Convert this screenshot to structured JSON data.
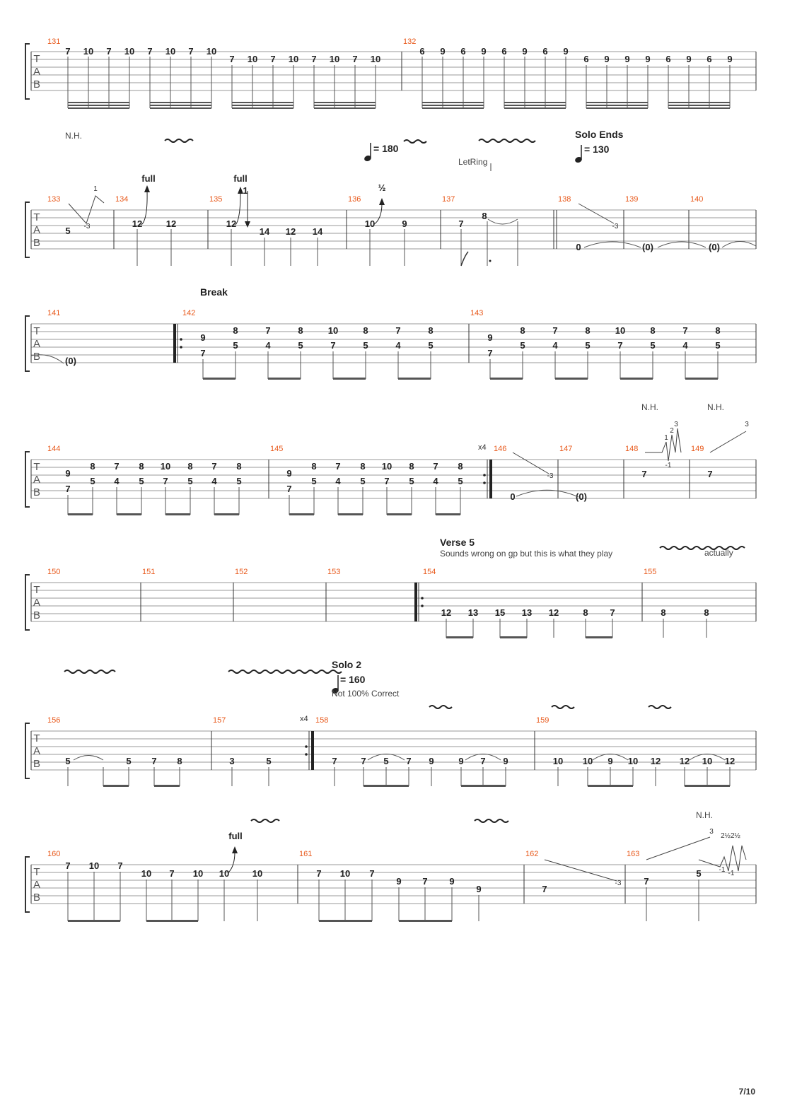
{
  "page": {
    "number": "7/10"
  },
  "systems": [
    {
      "measures": [
        {
          "num": "131",
          "fret_rows": [
            [
              "7",
              "10",
              "7",
              "10",
              "7",
              "10",
              "7",
              "10"
            ],
            [
              "7",
              "10",
              "7",
              "10",
              "7",
              "10",
              "7",
              "10"
            ]
          ]
        },
        {
          "num": "132",
          "fret_rows": [
            [
              "6",
              "9",
              "6",
              "9",
              "6",
              "9",
              "6",
              "9"
            ],
            [
              "6",
              "9",
              "9",
              "9",
              "6",
              "9",
              "6",
              "9"
            ]
          ]
        }
      ]
    },
    {
      "texts": {
        "nh": "N.H.",
        "tempo1": "= 180",
        "let_ring": "LetRing",
        "solo_ends": "Solo Ends",
        "tempo2": "= 130",
        "bend_full_134": "full",
        "bend_full_135": "full",
        "bend_half": "½",
        "slide_one": "1",
        "bend_one": "1"
      },
      "measures": [
        {
          "num": "133",
          "frets": [
            "5",
            "-3"
          ]
        },
        {
          "num": "134",
          "frets": [
            "12",
            "12"
          ]
        },
        {
          "num": "135",
          "frets": [
            "12",
            "14",
            "12",
            "14"
          ]
        },
        {
          "num": "136",
          "frets": [
            "10",
            "9"
          ]
        },
        {
          "num": "137",
          "frets": [
            "7",
            "8"
          ]
        },
        {
          "num": "138",
          "frets": [
            "0",
            "-3"
          ]
        },
        {
          "num": "139",
          "frets": [
            "(0)"
          ]
        },
        {
          "num": "140",
          "frets": [
            "(0)"
          ]
        }
      ]
    },
    {
      "texts": {
        "section": "Break"
      },
      "measures": [
        {
          "num": "141",
          "frets": [
            "(0)"
          ]
        },
        {
          "num": "142",
          "top": [
            "9",
            "8",
            "7",
            "8",
            "10",
            "8",
            "7",
            "8"
          ],
          "mid": [
            "7",
            "5",
            "4",
            "5",
            "7",
            "5",
            "4",
            "5"
          ]
        },
        {
          "num": "143",
          "top": [
            "9",
            "8",
            "7",
            "8",
            "10",
            "8",
            "7",
            "8"
          ],
          "mid": [
            "7",
            "5",
            "4",
            "5",
            "7",
            "5",
            "4",
            "5"
          ]
        }
      ]
    },
    {
      "texts": {
        "repeat": "x4",
        "nh1": "N.H.",
        "nh2": "N.H.",
        "h1": "1",
        "h2": "2",
        "h3": "3",
        "hm1": "-1",
        "h149": "3"
      },
      "measures": [
        {
          "num": "144",
          "top": [
            "9",
            "8",
            "7",
            "8",
            "10",
            "8",
            "7",
            "8"
          ],
          "mid": [
            "7",
            "5",
            "4",
            "5",
            "7",
            "5",
            "4",
            "5"
          ]
        },
        {
          "num": "145",
          "top": [
            "9",
            "8",
            "7",
            "8",
            "10",
            "8",
            "7",
            "8"
          ],
          "mid": [
            "7",
            "5",
            "4",
            "5",
            "7",
            "5",
            "4",
            "5"
          ]
        },
        {
          "num": "146",
          "frets": [
            "0",
            "-3"
          ]
        },
        {
          "num": "147",
          "frets": [
            "(0)"
          ]
        },
        {
          "num": "148",
          "frets": [
            "7"
          ]
        },
        {
          "num": "149",
          "frets": [
            "7"
          ]
        }
      ]
    },
    {
      "texts": {
        "section": "Verse 5",
        "note": "Sounds wrong on gp but this is what they play",
        "actually": "actually"
      },
      "measures": [
        {
          "num": "150",
          "frets": []
        },
        {
          "num": "151",
          "frets": []
        },
        {
          "num": "152",
          "frets": []
        },
        {
          "num": "153",
          "frets": []
        },
        {
          "num": "154",
          "frets": [
            "12",
            "13",
            "15",
            "13",
            "12",
            "8",
            "7"
          ]
        },
        {
          "num": "155",
          "frets": [
            "8",
            "8"
          ]
        }
      ]
    },
    {
      "texts": {
        "section": "Solo 2",
        "tempo": "= 160",
        "note": "Not 100% Correct",
        "repeat": "x4"
      },
      "measures": [
        {
          "num": "156",
          "frets": [
            "5",
            "5",
            "7",
            "8"
          ]
        },
        {
          "num": "157",
          "frets": [
            "3",
            "5"
          ]
        },
        {
          "num": "158",
          "frets": [
            "7",
            "7",
            "5",
            "7",
            "9",
            "9",
            "7",
            "9"
          ]
        },
        {
          "num": "159",
          "frets": [
            "10",
            "10",
            "9",
            "10",
            "12",
            "12",
            "10",
            "12"
          ]
        }
      ]
    },
    {
      "texts": {
        "nh": "N.H.",
        "full": "full",
        "h3": "3",
        "hh": "2½2½",
        "hm1": "-1",
        "hm2": "-1"
      },
      "measures": [
        {
          "num": "160",
          "top": [
            "7",
            "10",
            "7"
          ],
          "row2": [
            "10",
            "7",
            "10",
            "10",
            "10"
          ]
        },
        {
          "num": "161",
          "top": [
            "7",
            "10",
            "7"
          ],
          "row3": [
            "9",
            "7",
            "9"
          ],
          "row4": [
            "9"
          ]
        },
        {
          "num": "162",
          "frets": [
            "7",
            "-3"
          ]
        },
        {
          "num": "163",
          "frets": [
            "7",
            "5"
          ]
        }
      ]
    }
  ]
}
